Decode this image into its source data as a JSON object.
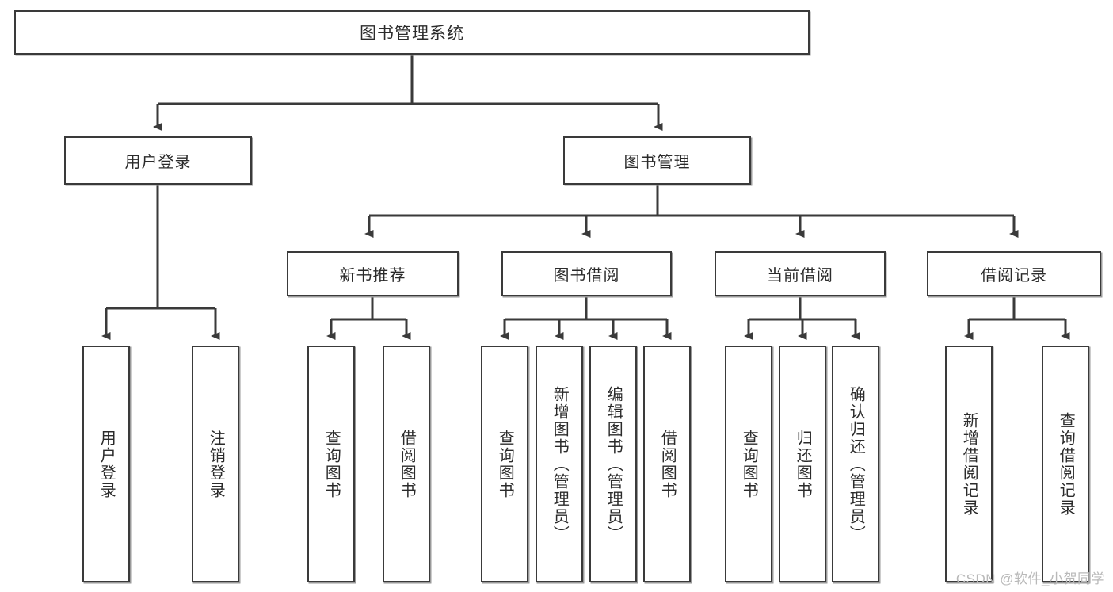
{
  "diagram": {
    "title": "图书管理系统",
    "watermark": "CSDN @软件_小贺同学",
    "colors": {
      "background": "#ffffff",
      "node_border": "#3a3a3a",
      "node_fill": "#ffffff",
      "connector": "#3a3a3a",
      "text": "#2b2b2b",
      "watermark": "#b9b9b9"
    },
    "root": {
      "label": "图书管理系统"
    },
    "level2": [
      {
        "label": "用户登录"
      },
      {
        "label": "图书管理"
      }
    ],
    "level3": [
      {
        "label": "新书推荐"
      },
      {
        "label": "图书借阅"
      },
      {
        "label": "当前借阅"
      },
      {
        "label": "借阅记录"
      }
    ],
    "leaves": {
      "user_login": [
        {
          "label": "用户登录"
        },
        {
          "label": "注销登录"
        }
      ],
      "new_book_recommend": [
        {
          "label": "查询图书"
        },
        {
          "label": "借阅图书"
        }
      ],
      "book_borrow": [
        {
          "label": "查询图书"
        },
        {
          "label": "新增图书（管理员）"
        },
        {
          "label": "编辑图书（管理员）"
        },
        {
          "label": "借阅图书"
        }
      ],
      "current_borrow": [
        {
          "label": "查询图书"
        },
        {
          "label": "归还图书"
        },
        {
          "label": "确认归还（管理员）"
        }
      ],
      "borrow_record": [
        {
          "label": "新增借阅记录"
        },
        {
          "label": "查询借阅记录"
        }
      ]
    }
  }
}
